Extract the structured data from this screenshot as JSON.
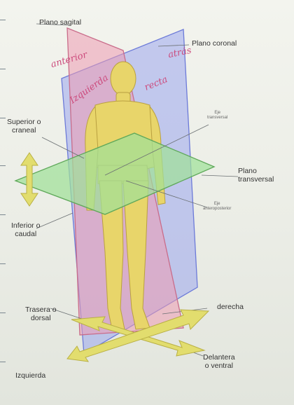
{
  "labels": {
    "plano_sagital": "Plano sagital",
    "plano_coronal": "Plano coronal",
    "superior": "Superior o\ncraneal",
    "eje_transversal": "Eje\ntransversal",
    "plano_transversal": "Plano\ntransversal",
    "eje_anteroposterior": "Eje\nanteroposterior",
    "inferior": "Inferior o\ncaudal",
    "trasera": "Trasera o\ndorsal",
    "derecha": "derecha",
    "delantera": "Delantera\no ventral",
    "izquierda": "Izquierda"
  },
  "handwritten": {
    "anterior": "anterior",
    "atras": "atrás",
    "izquierda": "Izquierda",
    "recta": "recta"
  },
  "colors": {
    "sagittal_plane": "#ec9bb2",
    "coronal_plane": "#9aa6ee",
    "transverse_plane": "#9fe098",
    "figure": "#e8d56a",
    "arrows": "#e2dd6e",
    "handwriting": "#cc4a7c"
  }
}
